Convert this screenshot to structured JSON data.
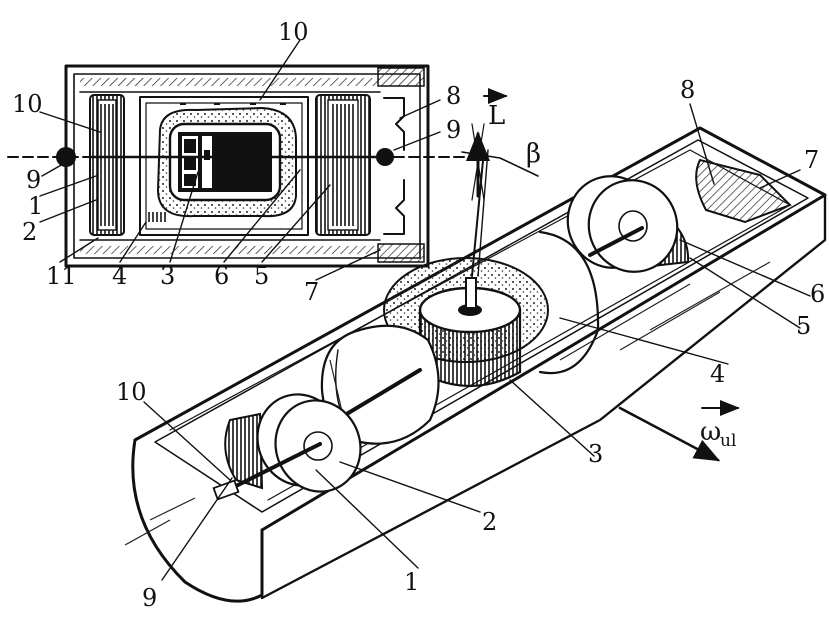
{
  "figure": {
    "labels_top": {
      "l10a": "10",
      "l10b": "10",
      "l8": "8",
      "l9a": "9",
      "l9b": "9",
      "l1": "1",
      "l2": "2",
      "l11": "11",
      "l4": "4",
      "l3": "3",
      "l6": "6",
      "l5": "5",
      "l7": "7"
    },
    "labels_main": {
      "m8": "8",
      "m7": "7",
      "m6": "6",
      "m5": "5",
      "m4": "4",
      "m3": "3",
      "m2": "2",
      "m1": "1",
      "m9": "9",
      "m10": "10"
    },
    "symbols": {
      "L": "L",
      "beta": "β",
      "omega": "ω",
      "omega_sub": "ul"
    }
  }
}
